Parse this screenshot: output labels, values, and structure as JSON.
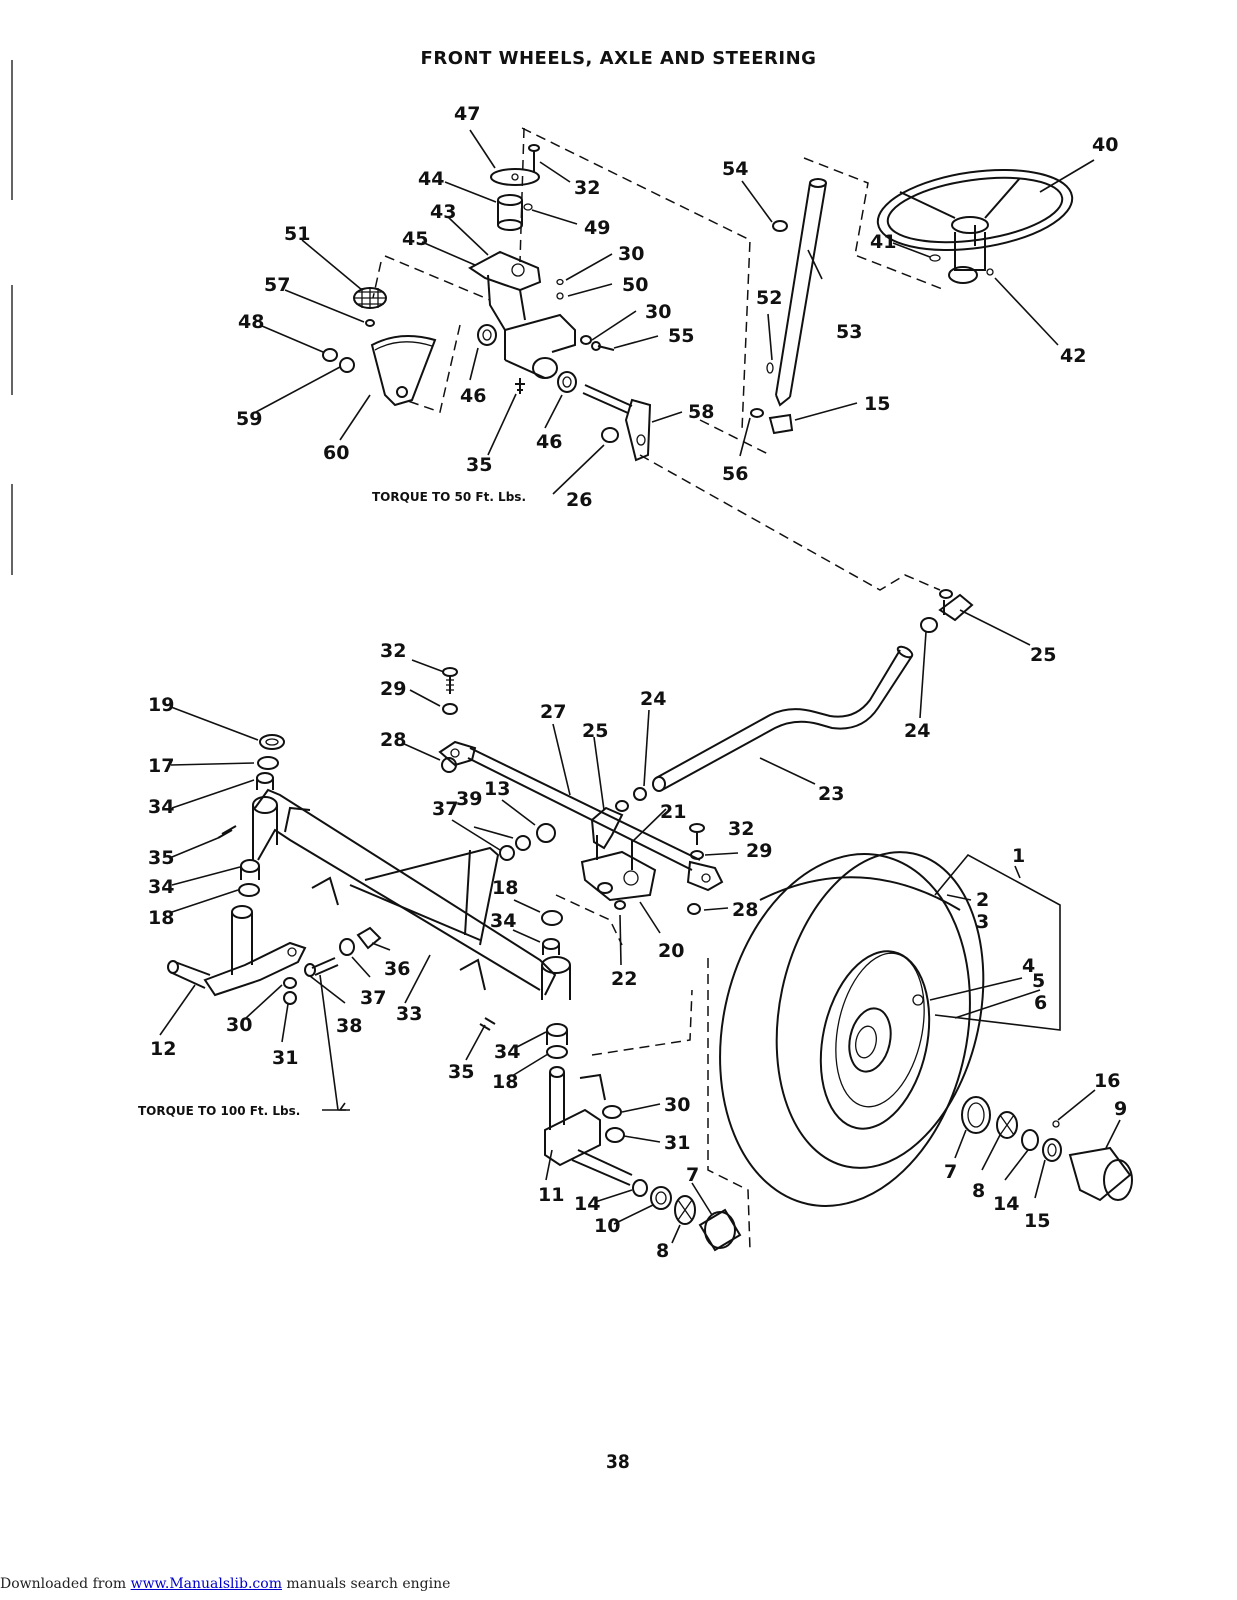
{
  "title": "FRONT WHEELS, AXLE AND STEERING",
  "torque_50": "TORQUE TO 50 Ft. Lbs.",
  "torque_100": "TORQUE TO 100 Ft. Lbs.",
  "page_number": "38",
  "footer": {
    "prefix": "Downloaded from ",
    "link": "www.Manualslib.com",
    "suffix": " manuals search engine"
  },
  "callouts": [
    "47",
    "32",
    "44",
    "49",
    "43",
    "45",
    "30",
    "50",
    "51",
    "57",
    "48",
    "59",
    "60",
    "46",
    "35",
    "26",
    "55",
    "58",
    "54",
    "53",
    "52",
    "56",
    "15",
    "40",
    "41",
    "42",
    "25",
    "24",
    "23",
    "27",
    "13",
    "39",
    "37",
    "21",
    "29",
    "28",
    "20",
    "22",
    "19",
    "17",
    "34",
    "18",
    "12",
    "31",
    "38",
    "36",
    "33",
    "1",
    "2",
    "3",
    "4",
    "5",
    "6",
    "16",
    "9",
    "7",
    "8",
    "14",
    "10",
    "11"
  ]
}
